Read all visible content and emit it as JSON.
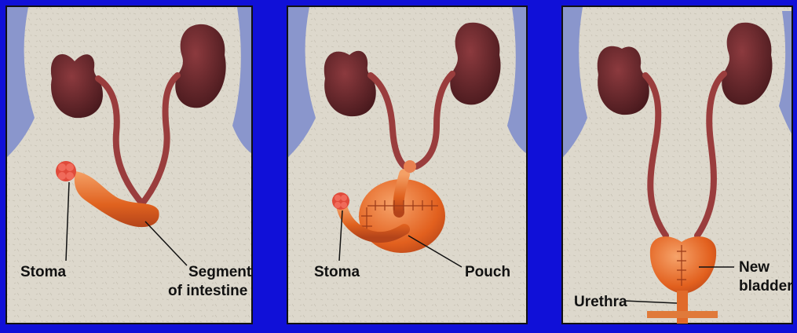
{
  "panels": [
    {
      "labels": {
        "stoma": "Stoma",
        "segment_line1": "Segment",
        "segment_line2": "of intestine"
      }
    },
    {
      "labels": {
        "stoma": "Stoma",
        "pouch": "Pouch"
      }
    },
    {
      "labels": {
        "urethra": "Urethra",
        "bladder_line1": "New",
        "bladder_line2": "bladder"
      }
    }
  ],
  "colors": {
    "frame": "#1010d8",
    "paper": "#ddd8cc",
    "body_side": "#8a96cc",
    "kidney": "#6a2a2e",
    "ureter": "#9a3d3d",
    "organ": "#e86a2a",
    "stoma": "#e04a3a"
  }
}
